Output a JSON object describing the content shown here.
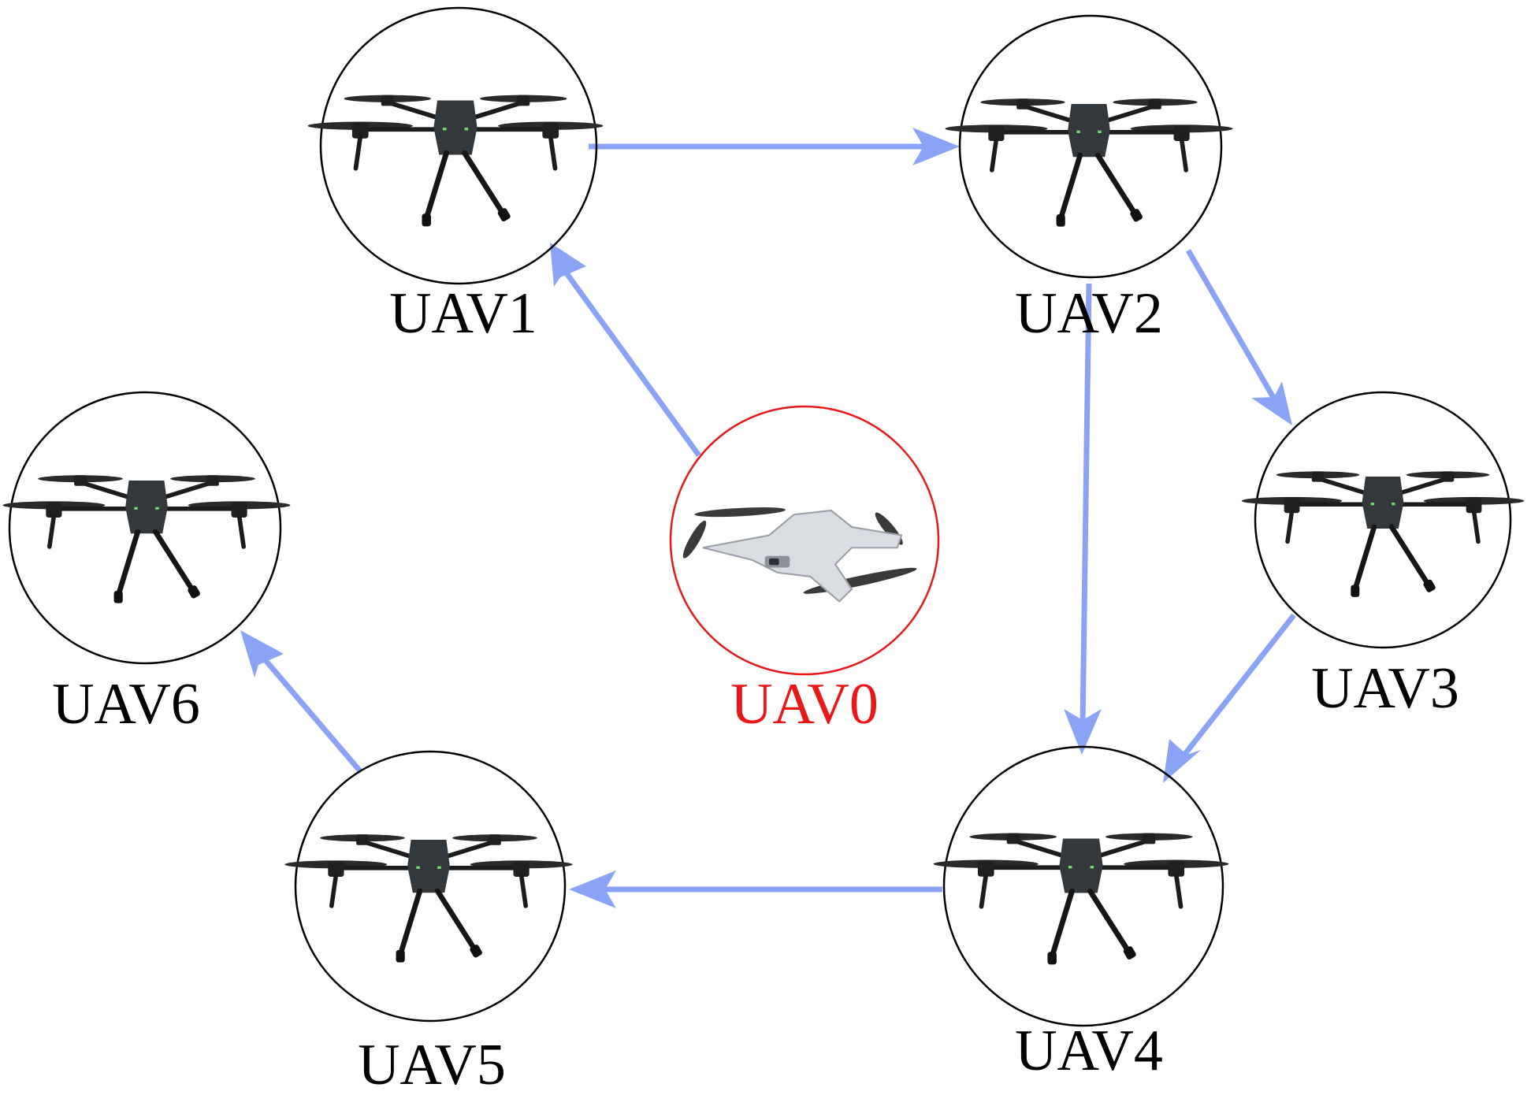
{
  "leader_color": "#e81818",
  "edge_color": "#8aa3f5",
  "nodes": [
    {
      "id": "UAV0",
      "label": "UAV0",
      "role": "leader",
      "icon": "folding-drone-icon"
    },
    {
      "id": "UAV1",
      "label": "UAV1",
      "role": "follower",
      "icon": "quadcopter-icon"
    },
    {
      "id": "UAV2",
      "label": "UAV2",
      "role": "follower",
      "icon": "quadcopter-icon"
    },
    {
      "id": "UAV3",
      "label": "UAV3",
      "role": "follower",
      "icon": "quadcopter-icon"
    },
    {
      "id": "UAV4",
      "label": "UAV4",
      "role": "follower",
      "icon": "quadcopter-icon"
    },
    {
      "id": "UAV5",
      "label": "UAV5",
      "role": "follower",
      "icon": "quadcopter-icon"
    },
    {
      "id": "UAV6",
      "label": "UAV6",
      "role": "follower",
      "icon": "quadcopter-icon"
    }
  ],
  "edges": [
    {
      "from": "UAV0",
      "to": "UAV1"
    },
    {
      "from": "UAV1",
      "to": "UAV2"
    },
    {
      "from": "UAV2",
      "to": "UAV3"
    },
    {
      "from": "UAV2",
      "to": "UAV4"
    },
    {
      "from": "UAV3",
      "to": "UAV4"
    },
    {
      "from": "UAV4",
      "to": "UAV5"
    },
    {
      "from": "UAV5",
      "to": "UAV6"
    }
  ]
}
